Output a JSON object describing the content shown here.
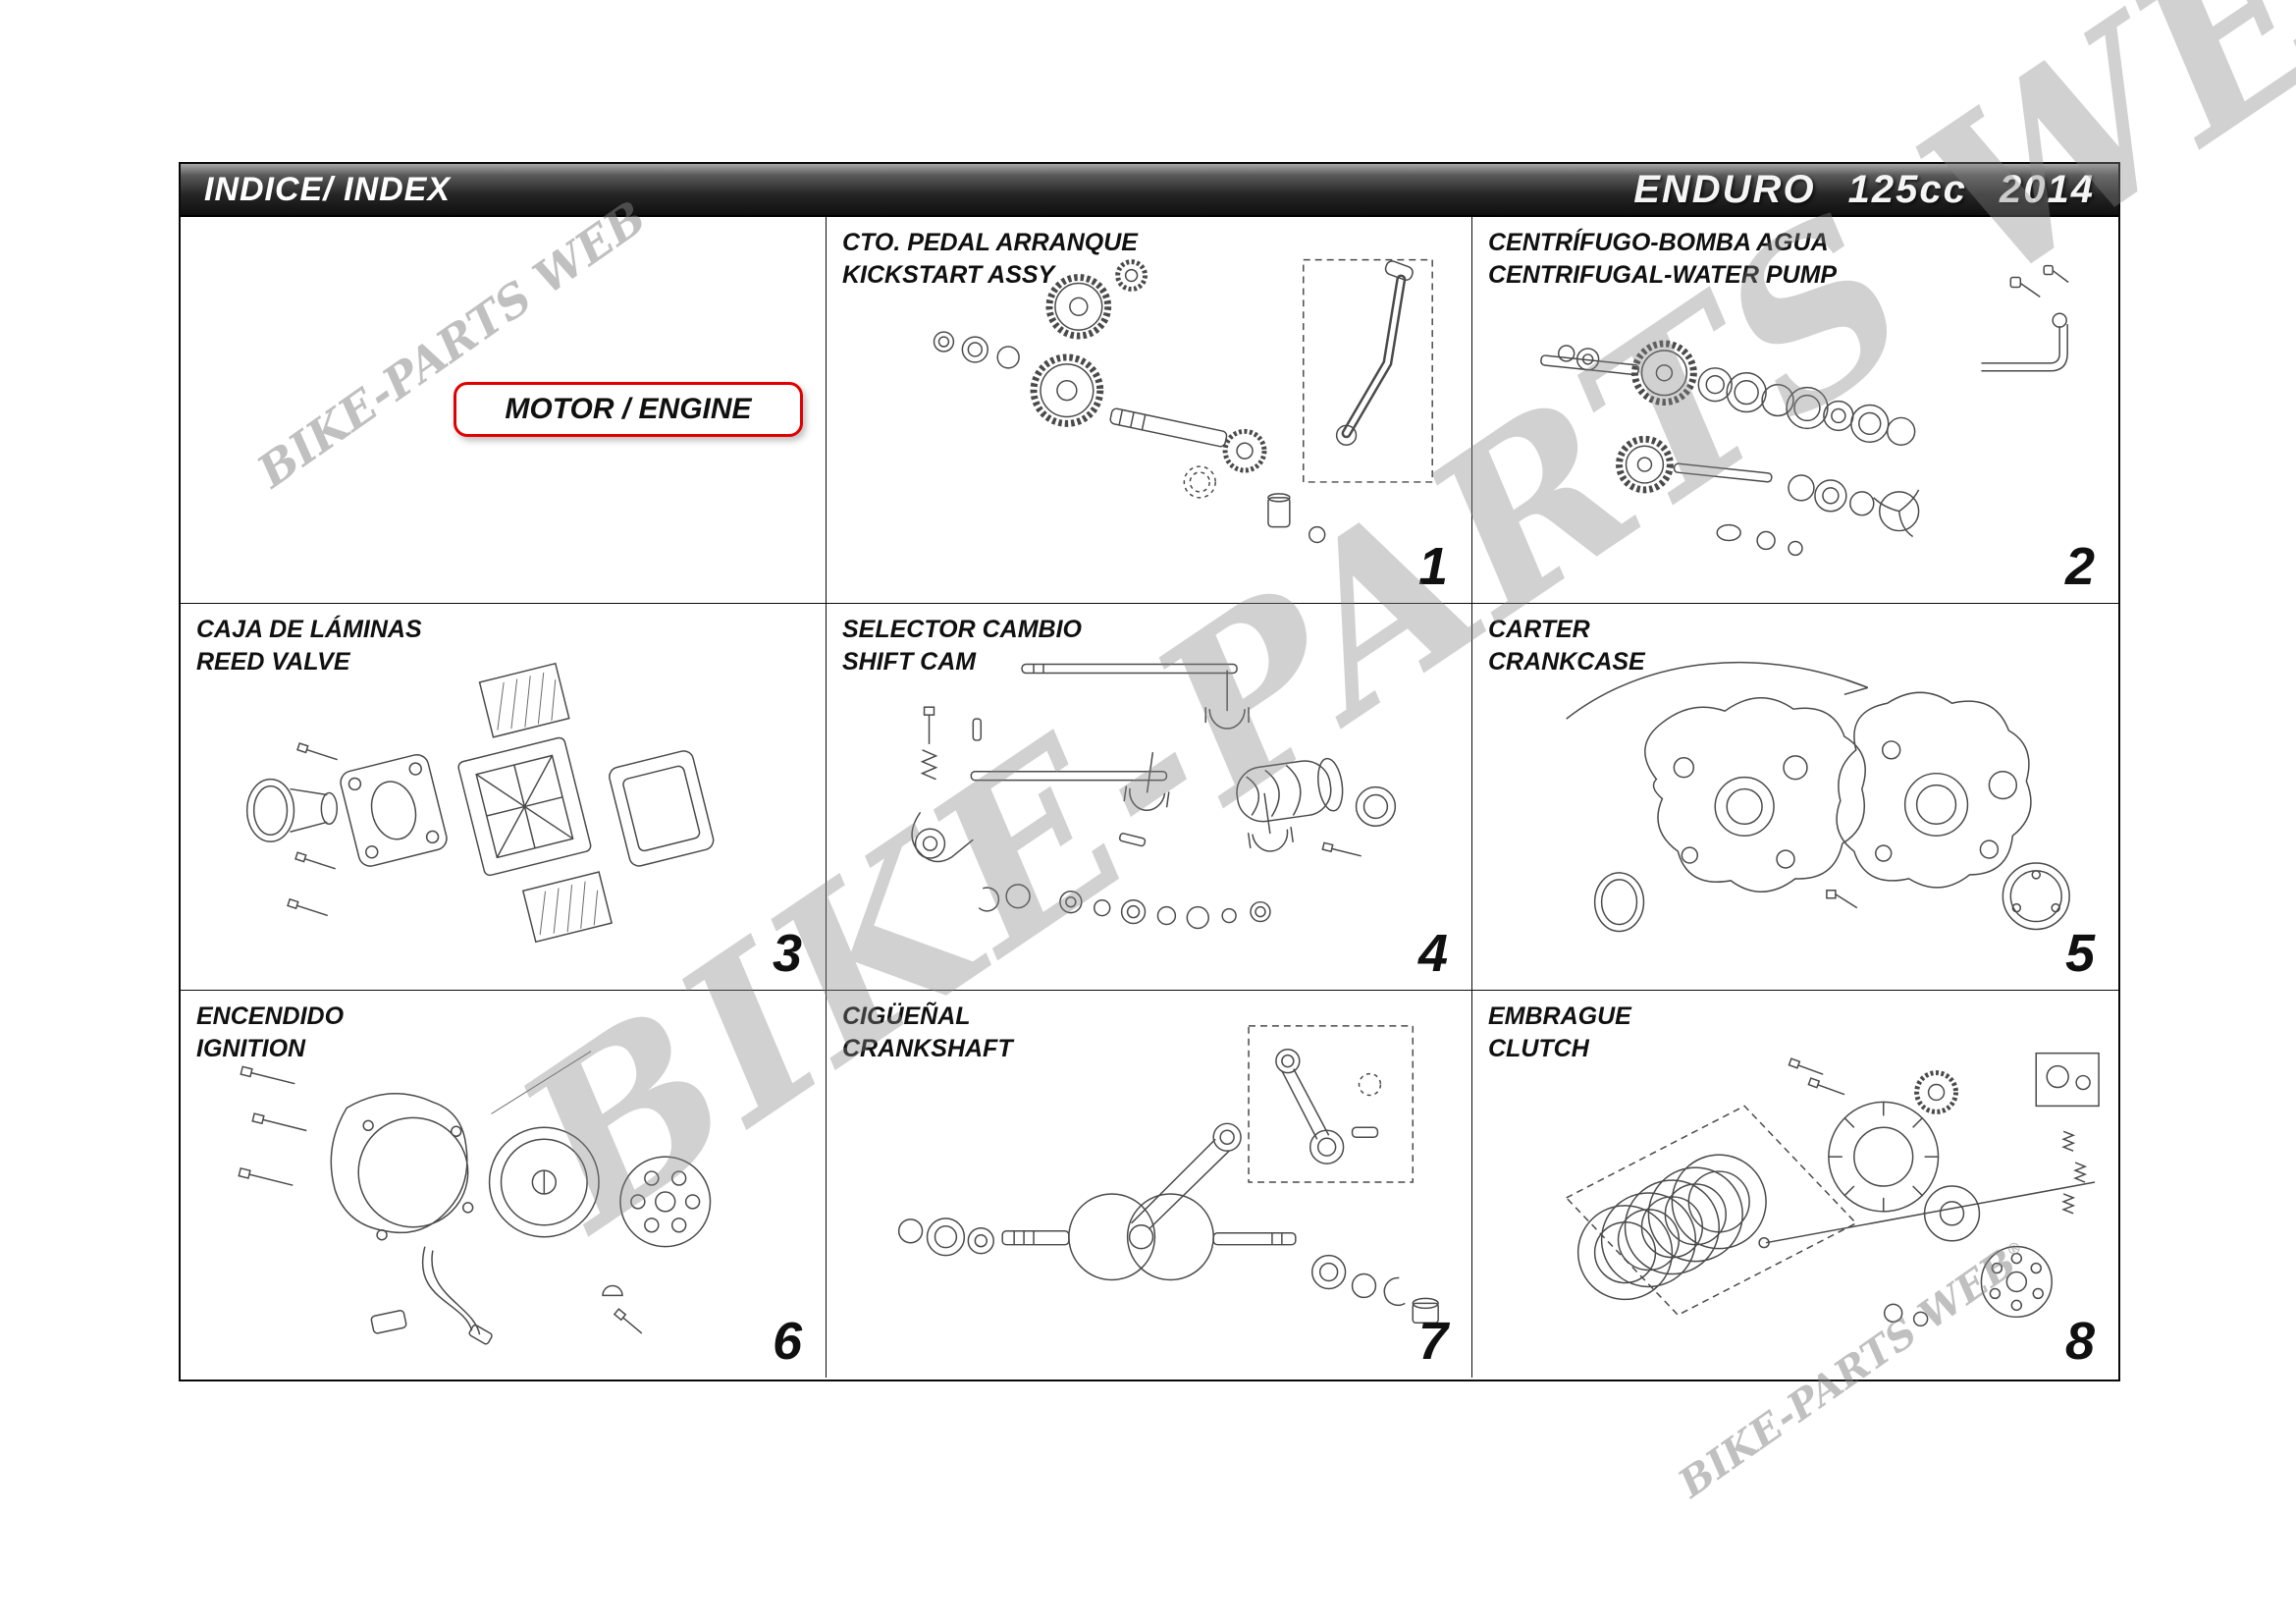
{
  "header": {
    "left_title": "INDICE/ INDEX",
    "right_title": "ENDURO 125cc 2014"
  },
  "engine_badge": {
    "label": "MOTOR / ENGINE",
    "border_color": "#e00000"
  },
  "watermark": {
    "main": "BIKE-PARTS WEB",
    "registered": "®"
  },
  "colors": {
    "header_gradient_top": "#a8a8a8",
    "header_gradient_bottom": "#101010",
    "grid_border": "#0a0a0a",
    "watermark_gray": "#878787",
    "accent_red": "#e00000",
    "line_art": "#4a4a4a"
  },
  "cells": [
    {
      "id": "cover",
      "title_es": "",
      "title_en": "",
      "number": ""
    },
    {
      "id": "kickstart",
      "title_es": "CTO. PEDAL ARRANQUE",
      "title_en": "KICKSTART ASSY",
      "number": "1"
    },
    {
      "id": "water-pump",
      "title_es": "CENTRÍFUGO-BOMBA AGUA",
      "title_en": "CENTRIFUGAL-WATER PUMP",
      "number": "2"
    },
    {
      "id": "reed-valve",
      "title_es": "CAJA DE LÁMINAS",
      "title_en": "REED VALVE",
      "number": "3"
    },
    {
      "id": "shift-cam",
      "title_es": "SELECTOR CAMBIO",
      "title_en": "SHIFT CAM",
      "number": "4"
    },
    {
      "id": "crankcase",
      "title_es": "CARTER",
      "title_en": "CRANKCASE",
      "number": "5"
    },
    {
      "id": "ignition",
      "title_es": "ENCENDIDO",
      "title_en": "IGNITION",
      "number": "6"
    },
    {
      "id": "crankshaft",
      "title_es": "CIGÜEÑAL",
      "title_en": "CRANKSHAFT",
      "number": "7"
    },
    {
      "id": "clutch",
      "title_es": "EMBRAGUE",
      "title_en": "CLUTCH",
      "number": "8"
    }
  ]
}
